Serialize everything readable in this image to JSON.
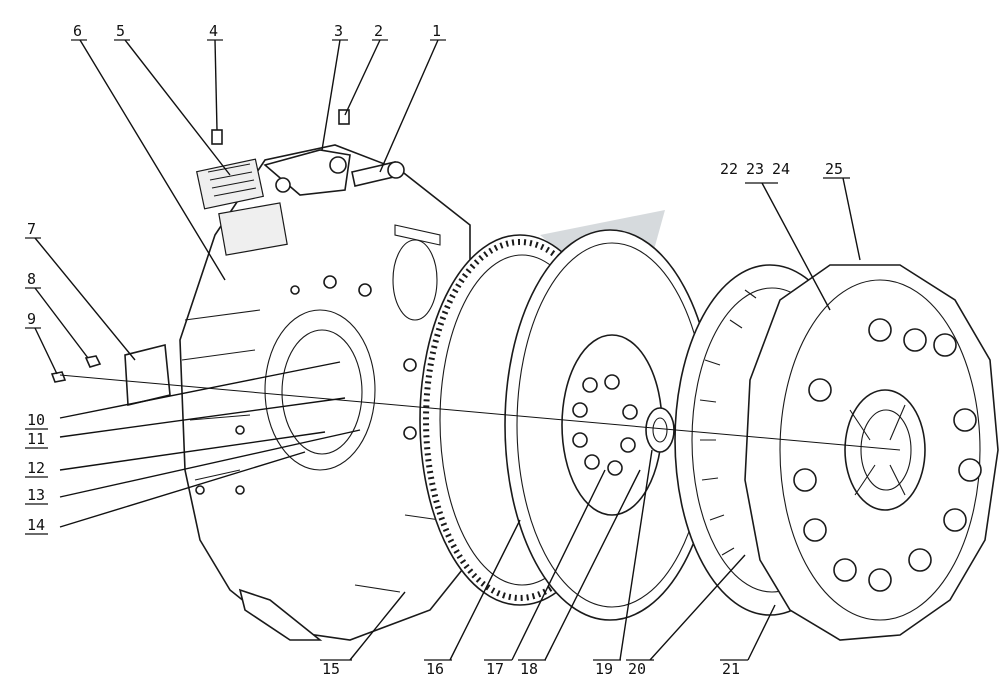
{
  "diagram": {
    "type": "exploded-assembly",
    "colors": {
      "line": "#111111",
      "watermark": "#c8cdd2"
    },
    "callouts": [
      {
        "id": "c1",
        "text": "1"
      },
      {
        "id": "c2",
        "text": "2"
      },
      {
        "id": "c3",
        "text": "3"
      },
      {
        "id": "c4",
        "text": "4"
      },
      {
        "id": "c5",
        "text": "5"
      },
      {
        "id": "c6",
        "text": "6"
      },
      {
        "id": "c7",
        "text": "7"
      },
      {
        "id": "c8",
        "text": "8"
      },
      {
        "id": "c9",
        "text": "9"
      },
      {
        "id": "c10",
        "text": "10"
      },
      {
        "id": "c11",
        "text": "11"
      },
      {
        "id": "c12",
        "text": "12"
      },
      {
        "id": "c13",
        "text": "13"
      },
      {
        "id": "c14",
        "text": "14"
      },
      {
        "id": "c15",
        "text": "15"
      },
      {
        "id": "c16",
        "text": "16"
      },
      {
        "id": "c17",
        "text": "17"
      },
      {
        "id": "c18",
        "text": "18"
      },
      {
        "id": "c19",
        "text": "19"
      },
      {
        "id": "c20",
        "text": "20"
      },
      {
        "id": "c21",
        "text": "21"
      },
      {
        "id": "c22",
        "text": "22"
      },
      {
        "id": "c23",
        "text": "23"
      },
      {
        "id": "c24",
        "text": "24"
      },
      {
        "id": "c25",
        "text": "25"
      }
    ]
  }
}
